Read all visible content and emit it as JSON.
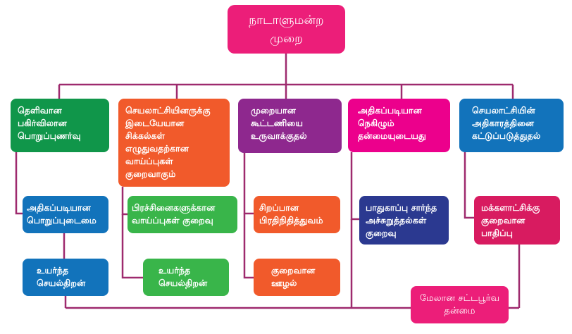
{
  "title": "நாடாளுமன்ற முறை",
  "colors": {
    "connector": "#9e2a6e",
    "root": "#ec1e79",
    "green_dark": "#10964a",
    "orange": "#f15a2b",
    "purple": "#8e288e",
    "magenta": "#ec008c",
    "blue": "#1273bb",
    "green_light": "#39b54a",
    "navy": "#2b3990",
    "crimson": "#d81b60",
    "pink": "#ec1e79"
  },
  "root": {
    "label": "நாடாளுமன்ற\nமுறை",
    "color": "#ec1e79"
  },
  "branches": [
    {
      "id": "a",
      "label": "தெளிவான\nபகிர்விலான\nபொறுப்புணர்வு",
      "color": "#10964a",
      "children": [
        {
          "label": "அதிகப்படியான\nபொறுப்புடைமை",
          "color": "#1273bb"
        },
        {
          "label": "உயர்ந்த\nசெயல்திறன்",
          "color": "#1273bb"
        }
      ]
    },
    {
      "id": "b",
      "label": "செயலாட்சியினருக்கு\nஇடையேயான\nசிக்கல்கள்\nஎழுதுவதற்கான\nவாய்ப்புகள்\nகுறைவாகும்",
      "color": "#f15a2b",
      "children": [
        {
          "label": "பிரச்சினைகளுக்கான\nவாய்ப்புகள் குறைவு",
          "color": "#39b54a"
        },
        {
          "label": "உயர்ந்த\nசெயல்திறன்",
          "color": "#39b54a"
        }
      ]
    },
    {
      "id": "c",
      "label": "முறையான\nகூட்டணியை\nஉருவாக்குதல்",
      "color": "#8e288e",
      "children": [
        {
          "label": "சிறப்பான\nபிரதிநிதித்துவம்",
          "color": "#f15a2b"
        },
        {
          "label": "குறைவான\nஊழல்",
          "color": "#f15a2b"
        }
      ]
    },
    {
      "id": "d",
      "label": "அதிகப்படியான\nநெகிழும்\nதன்மையுடையது",
      "color": "#ec008c",
      "children": [
        {
          "label": "பாதுகாப்பு சார்ந்த\nஅச்சுறுத்தல்கள்\nகுறைவு",
          "color": "#2b3990"
        }
      ]
    },
    {
      "id": "e",
      "label": "செயலாட்சியின்\nஅதிகாரத்தினை\nகட்டுப்படுத்துதல்",
      "color": "#1273bb",
      "children": [
        {
          "label": "மக்களாட்சிக்கு\nகுறைவான\nபாதிப்பு",
          "color": "#d81b60"
        }
      ]
    }
  ],
  "outcome": {
    "label": "மேலான சட்டபூர்வ\nதன்மை",
    "color": "#ec1e79"
  }
}
